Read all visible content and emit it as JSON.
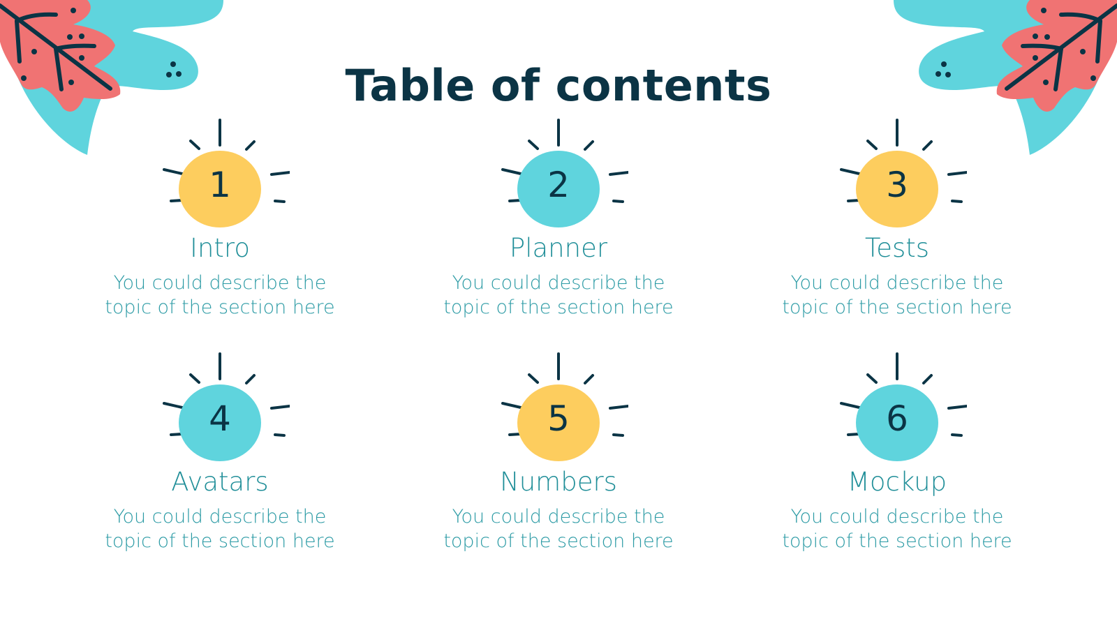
{
  "title": "Table of contents",
  "colors": {
    "navy": "#0b3445",
    "yellow": "#fdcd5e",
    "cyan": "#5fd4dd",
    "coral": "#f07373",
    "teal_text": "#2a9aa4"
  },
  "sections": [
    {
      "number": "1",
      "label": "Intro",
      "desc_line1": "You could describe the",
      "desc_line2": "topic of the section here",
      "circle_color": "yellow"
    },
    {
      "number": "2",
      "label": "Planner",
      "desc_line1": "You could describe the",
      "desc_line2": "topic of the section here",
      "circle_color": "cyan"
    },
    {
      "number": "3",
      "label": "Tests",
      "desc_line1": "You could describe the",
      "desc_line2": "topic of the section here",
      "circle_color": "yellow"
    },
    {
      "number": "4",
      "label": "Avatars",
      "desc_line1": "You could describe the",
      "desc_line2": "topic of the section here",
      "circle_color": "cyan"
    },
    {
      "number": "5",
      "label": "Numbers",
      "desc_line1": "You could describe the",
      "desc_line2": "topic of the section here",
      "circle_color": "yellow"
    },
    {
      "number": "6",
      "label": "Mockup",
      "desc_line1": "You could describe the",
      "desc_line2": "topic of the section here",
      "circle_color": "cyan"
    }
  ]
}
